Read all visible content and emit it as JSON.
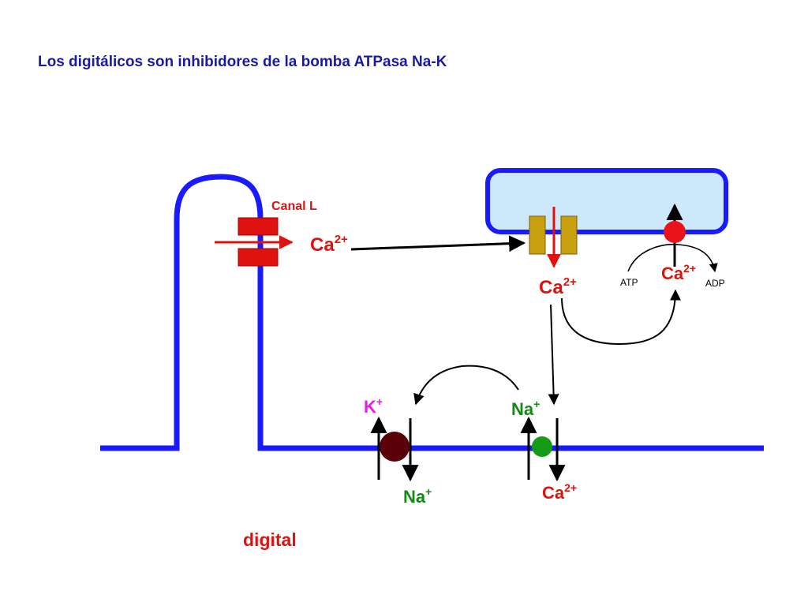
{
  "title": "Los digitálicos son inhibidores de la bomba ATPasa Na-K",
  "labels": {
    "canal_l": "Canal L",
    "drug": "digital",
    "atp": "ATP",
    "adp": "ADP"
  },
  "ions": {
    "ca_l_channel": {
      "symbol": "Ca",
      "charge": "2+"
    },
    "ca_release": {
      "symbol": "Ca",
      "charge": "2+"
    },
    "ca_serca": {
      "symbol": "Ca",
      "charge": "2+"
    },
    "k_pump": {
      "symbol": "K",
      "charge": "+"
    },
    "na_pump_out": {
      "symbol": "Na",
      "charge": "+"
    },
    "na_exchanger_in": {
      "symbol": "Na",
      "charge": "+"
    },
    "ca_exchanger_out": {
      "symbol": "Ca",
      "charge": "2+"
    }
  },
  "colors": {
    "membrane": "#1a1aff",
    "sr_fill": "#cce8fa",
    "channel": "#e0120f",
    "ryr": "#c9a00f",
    "pump": "#5a0008",
    "exchanger": "#149c14",
    "serca": "#e8141a",
    "title": "#1a1aa0",
    "red_text": "#e0120f",
    "green_text": "#138a13",
    "magenta_text": "#e81ce8"
  }
}
